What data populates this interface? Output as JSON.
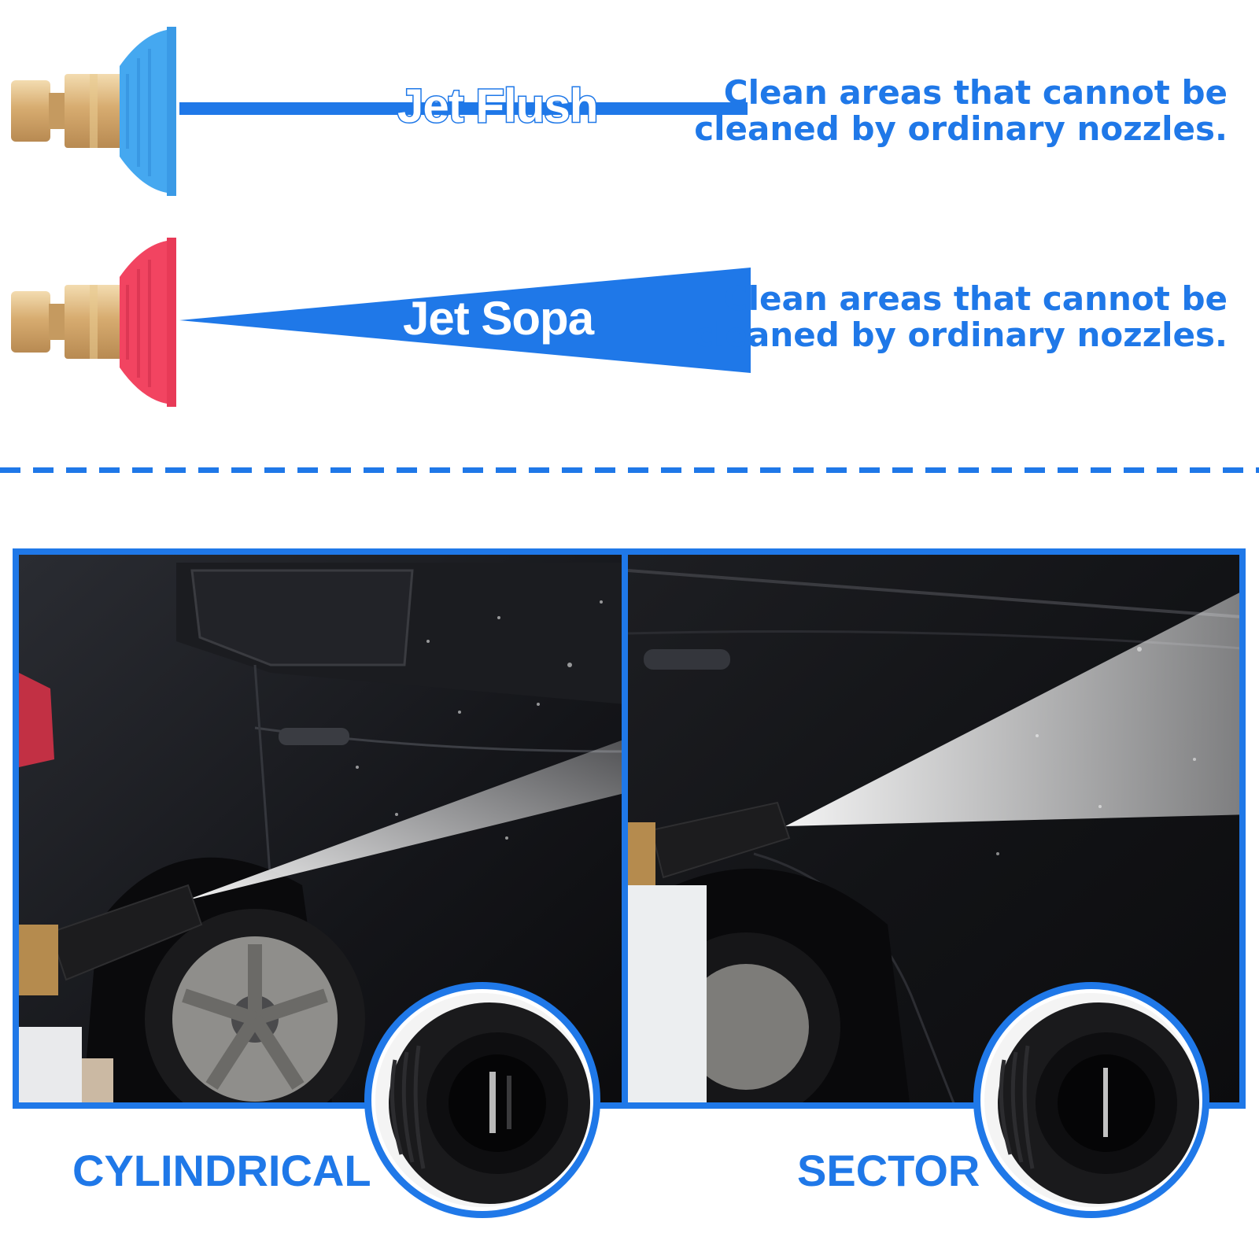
{
  "nozzles": [
    {
      "name": "Jet Flush",
      "tip_color": "#45a8f0",
      "description_line1": "Clean areas that cannot be",
      "description_line2": "cleaned by ordinary nozzles."
    },
    {
      "name": "Jet Sopa",
      "tip_color": "#f24461",
      "description_line1": "Clean areas that cannot be",
      "description_line2": "cleaned by ordinary nozzles."
    }
  ],
  "spray_modes": [
    {
      "label": "CYLINDRICAL"
    },
    {
      "label": "SECTOR"
    }
  ],
  "colors": {
    "accent": "#1f78e8",
    "brass": "#d9b47c",
    "background": "#ffffff"
  }
}
